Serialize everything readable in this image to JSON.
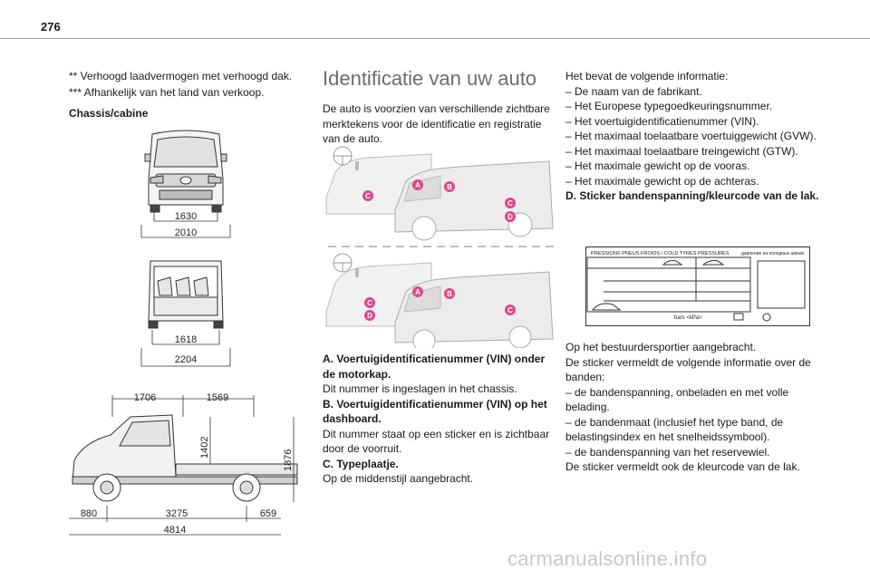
{
  "page_number": "276",
  "left": {
    "footnote1": "** Verhoogd laadvermogen met verhoogd dak.",
    "footnote2": "*** Afhankelijk van het land van verkoop.",
    "heading": "Chassis/cabine",
    "front_dims": [
      "1630",
      "2010"
    ],
    "rear_dims": [
      "1618",
      "2204"
    ],
    "side_dims_top": [
      "1706",
      "1569"
    ],
    "side_dims_vert": [
      "1402",
      "1876"
    ],
    "side_dims_bottom": [
      "880",
      "3275",
      "659"
    ],
    "side_dims_total": "4814"
  },
  "middle": {
    "title": "Identificatie van uw auto",
    "intro": "De auto is voorzien van verschillende zichtbare merktekens voor de identificatie en registratie van de auto.",
    "markers": [
      "A",
      "B",
      "C",
      "D"
    ],
    "a_head": "A. Voertuigidentificatienummer (VIN) onder de motorkap.",
    "a_text": "Dit nummer is ingeslagen in het chassis.",
    "b_head": "B. Voertuigidentificatienummer (VIN) op het dashboard.",
    "b_text": "Dit nummer staat op een sticker en is zichtbaar door de voorruit.",
    "c_head": "C. Typeplaatje.",
    "c_text": "Op de middenstijl aangebracht."
  },
  "right": {
    "intro": "Het bevat de volgende informatie:",
    "items": [
      "– De naam van de fabrikant.",
      "– Het Europese typegoedkeuringsnummer.",
      "– Het voertuigidentificatienummer (VIN).",
      "– Het maximaal toelaatbare voertuiggewicht (GVW).",
      "– Het maximaal toelaatbare treingewicht (GTW).",
      "– Het maximale gewicht op de vooras.",
      "– Het maximale gewicht op de achteras."
    ],
    "d_head": "D. Sticker bandenspanning/kleurcode van de lak.",
    "sticker": {
      "header": "PRESSIONS PNEUS FROIDS / COLD TYRES PRESSURES",
      "header_ru": "давление на холодных шинах",
      "unit": "bars  <kPa>"
    },
    "loc": "Op het bestuurdersportier aangebracht.",
    "info": "De sticker vermeldt de volgende informatie over de banden:",
    "tire_items": [
      "– de bandenspanning, onbeladen en met volle belading.",
      "– de bandenmaat (inclusief het type band, de belastingsindex en het snelheidssymbool).",
      "– de bandenspanning van het reservewiel."
    ],
    "color_note": "De sticker vermeldt ook de kleurcode van de lak."
  },
  "watermark": "carmanualsonline.info",
  "colors": {
    "marker": "#e0468f",
    "rule": "#9a9a9a",
    "title": "#6d6d6d"
  }
}
